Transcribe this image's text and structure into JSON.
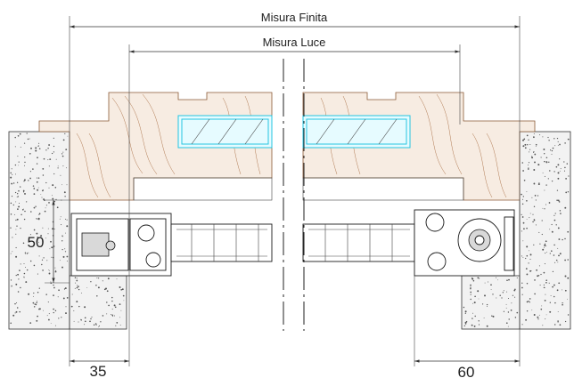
{
  "dimensions": {
    "misura_finita": "Misura Finita",
    "misura_luce": "Misura Luce",
    "left_height": "50",
    "left_width": "35",
    "right_width": "60"
  },
  "colors": {
    "wood_stroke": "#8a5a36",
    "glass_stroke": "#25c4e0",
    "line": "#333333"
  }
}
